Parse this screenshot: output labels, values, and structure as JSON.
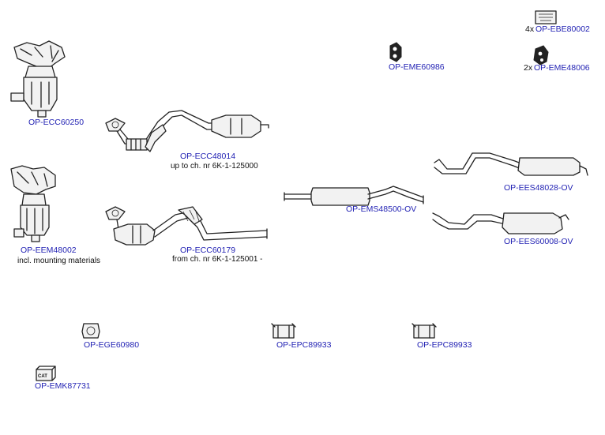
{
  "parts": {
    "ecc60250": {
      "code": "OP-ECC60250"
    },
    "ecc48014": {
      "code": "OP-ECC48014",
      "note": "up to ch. nr 6K-1-125000"
    },
    "eem48002": {
      "code": "OP-EEM48002",
      "note": "incl. mounting materials"
    },
    "ecc60179": {
      "code": "OP-ECC60179",
      "note": "from ch. nr 6K-1-125001 -"
    },
    "ems48500": {
      "code": "OP-EMS48500-OV"
    },
    "ees48028": {
      "code": "OP-EES48028-OV"
    },
    "ees60008": {
      "code": "OP-EES60008-OV"
    },
    "eme60986": {
      "code": "OP-EME60986"
    },
    "ebe80002": {
      "code": "OP-EBE80002",
      "qty": "4x"
    },
    "eme48006": {
      "code": "OP-EME48006",
      "qty": "2x"
    },
    "ege60980": {
      "code": "OP-EGE60980"
    },
    "epc89933a": {
      "code": "OP-EPC89933"
    },
    "epc89933b": {
      "code": "OP-EPC89933"
    },
    "emk87731": {
      "code": "OP-EMK87731",
      "icon_text": "CAT"
    }
  },
  "colors": {
    "code_link": "#2323b4",
    "note_text": "#111111",
    "line_art": "#222222"
  }
}
